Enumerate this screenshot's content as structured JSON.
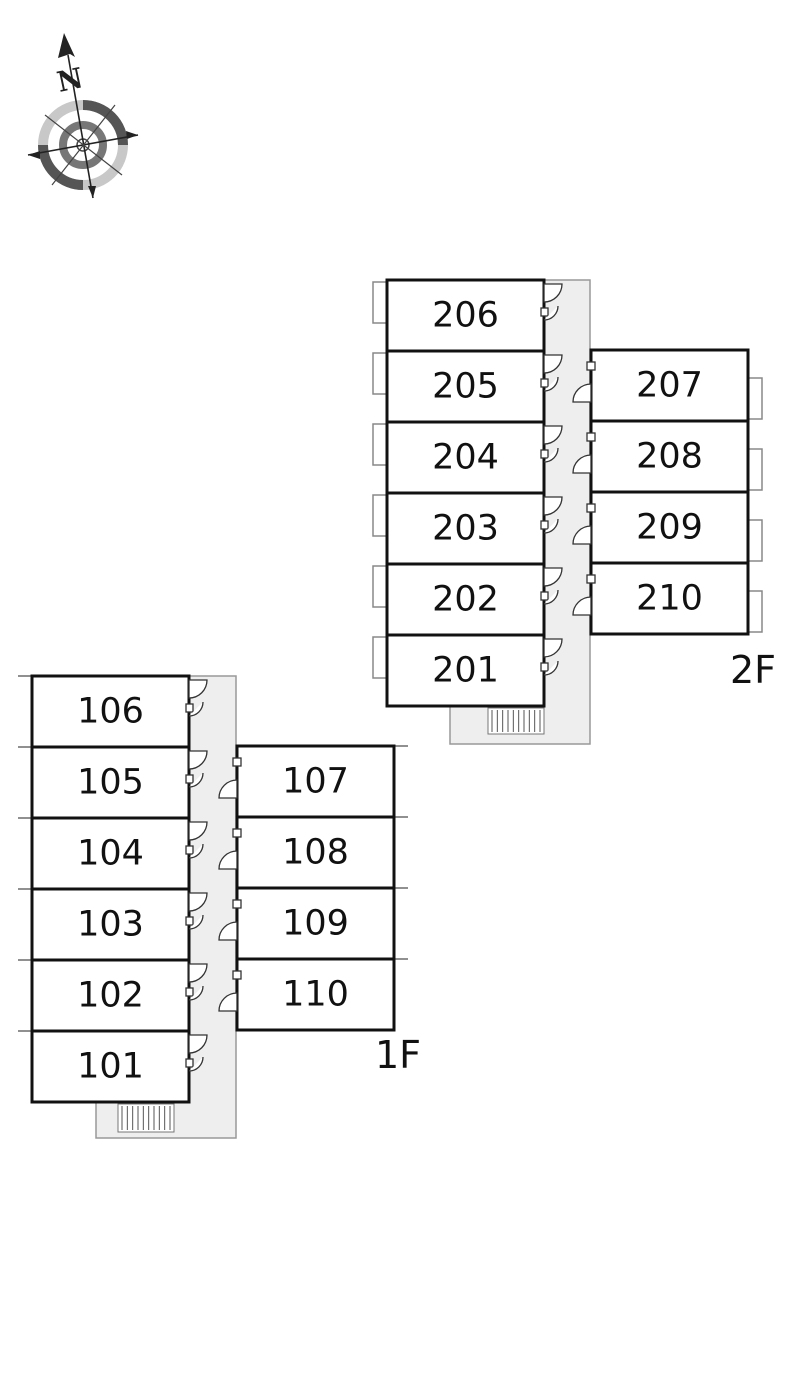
{
  "compass": {
    "north_label": "N",
    "icon": "compass-rose-icon"
  },
  "floors": [
    {
      "id": "2f",
      "label": "2F",
      "west_units": [
        "206",
        "205",
        "204",
        "203",
        "202",
        "201"
      ],
      "east_units": [
        "207",
        "208",
        "209",
        "210"
      ]
    },
    {
      "id": "1f",
      "label": "1F",
      "west_units": [
        "106",
        "105",
        "104",
        "103",
        "102",
        "101"
      ],
      "east_units": [
        "107",
        "108",
        "109",
        "110"
      ]
    }
  ],
  "colors": {
    "wall": "#111111",
    "corridor": "#eeeeee",
    "background": "#ffffff"
  }
}
